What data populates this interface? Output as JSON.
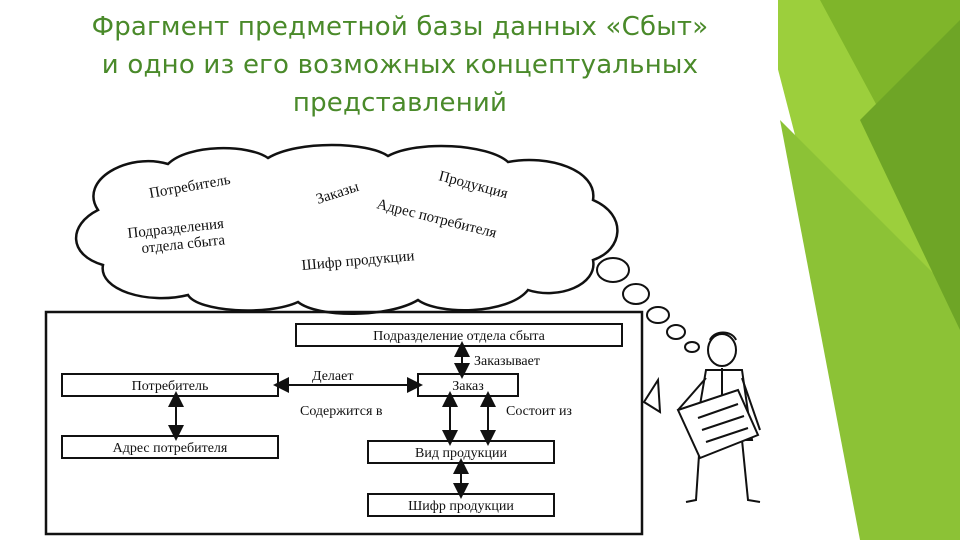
{
  "title": {
    "line1": "Фрагмент предметной базы данных «Сбыт»",
    "line2": "и одно из его возможных концептуальных",
    "line3": "представлений"
  },
  "cloud": {
    "words": [
      "Потребитель",
      "Заказы",
      "Продукция",
      "Подразделения",
      "отдела сбыта",
      "Адрес потребителя",
      "Шифр продукции"
    ]
  },
  "entities": {
    "subdivision": "Подразделение отдела сбыта",
    "consumer": "Потребитель",
    "order": "Заказ",
    "address": "Адрес потребителя",
    "product_type": "Вид продукции",
    "product_code": "Шифр продукции"
  },
  "relations": {
    "orders": "Заказывает",
    "makes": "Делает",
    "contained_in": "Содержится в",
    "consists_of": "Состоит из"
  },
  "colors": {
    "title": "#4a8a2a",
    "green_light": "#9ccf3c",
    "green_mid": "#7fb52a",
    "green_dark": "#5f9920"
  }
}
